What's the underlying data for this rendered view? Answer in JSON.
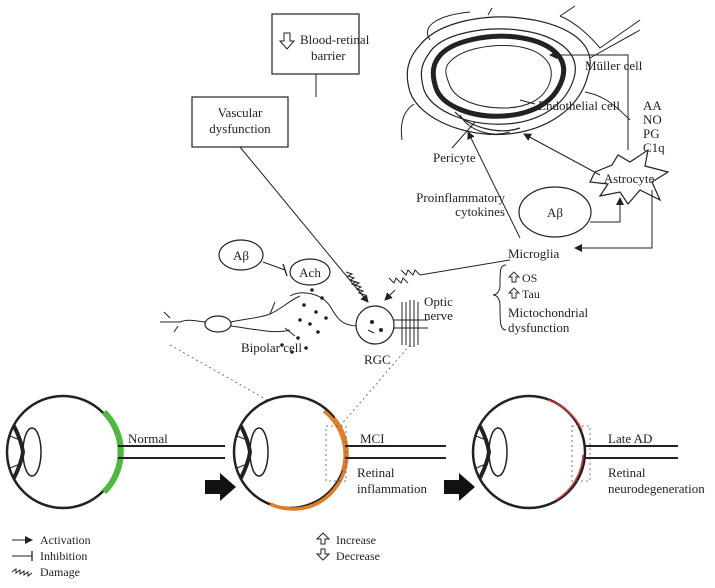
{
  "boxes": {
    "brb_line1": "Blood-retinal",
    "brb_line2": "barrier",
    "vasc_line1": "Vascular",
    "vasc_line2": "dysfunction"
  },
  "vessel": {
    "muller": "Müller cell",
    "endothelial": "Endothelial cell",
    "pericyte": "Pericyte",
    "mediators": [
      "AA",
      "NO",
      "PG",
      "C1q"
    ]
  },
  "cells": {
    "astrocyte": "Astrocyte",
    "abeta": "Aβ",
    "abeta2": "Aβ",
    "ach": "Ach",
    "microglia": "Microglia",
    "proinflam_line1": "Proinflammatory",
    "proinflam_line2": "cytokines",
    "bipolar": "Bipolar cell",
    "rgc": "RGC",
    "optic_line1": "Optic",
    "optic_line2": "nerve"
  },
  "effects": {
    "os": "OS",
    "tau": "Tau",
    "mito_line1": "Mictochondrial",
    "mito_line2": "dysfunction"
  },
  "stages": {
    "normal": "Normal",
    "mci": "MCI",
    "retinal_inflam_line1": "Retinal",
    "retinal_inflam_line2": "inflammation",
    "late_ad": "Late AD",
    "retinal_neuro_line1": "Retinal",
    "retinal_neuro_line2": "neurodegeneration"
  },
  "legend": {
    "activation": "Activation",
    "inhibition": "Inhibition",
    "damage": "Damage",
    "increase": "Increase",
    "decrease": "Decrease"
  },
  "colors": {
    "normal_retina": "#4cbb3c",
    "mci_retina": "#e07d28",
    "late_ad_retina": "#d83a3a"
  }
}
